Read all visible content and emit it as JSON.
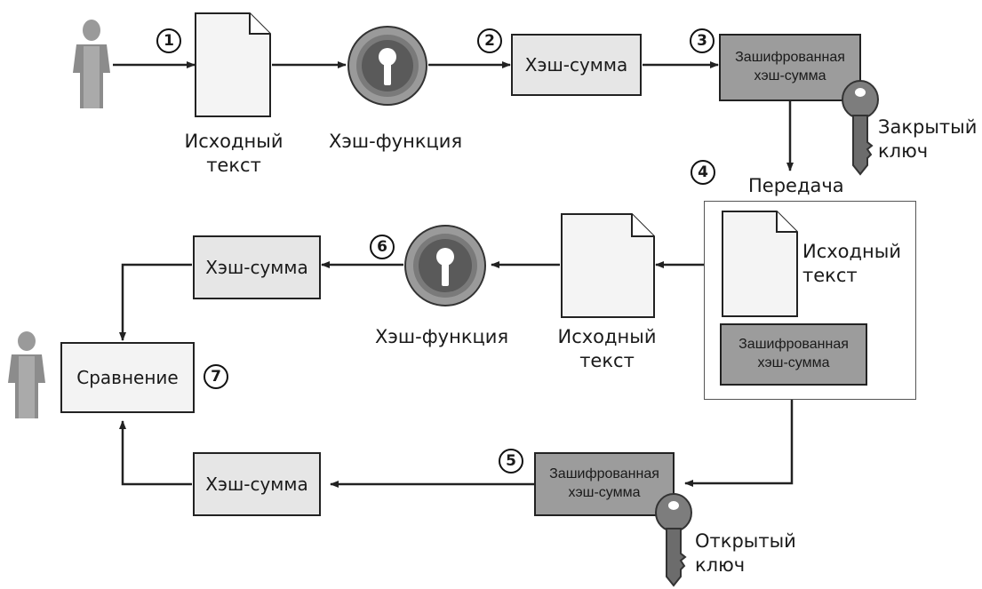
{
  "steps": [
    "1",
    "2",
    "3",
    "4",
    "5",
    "6",
    "7"
  ],
  "labels": {
    "source_text_top": [
      "Исходный",
      "текст"
    ],
    "hash_function_top": "Хэш-функция",
    "private_key": [
      "Закрытый",
      "ключ"
    ],
    "transfer": "Передача",
    "transfer_source_text": [
      "Исходный",
      "текст"
    ],
    "received_source_text": [
      "Исходный",
      "текст"
    ],
    "hash_function_bottom": "Хэш-функция",
    "public_key": [
      "Открытый",
      "ключ"
    ]
  },
  "boxes": {
    "hash_sum_top": "Хэш-сумма",
    "encrypted_hash_top": [
      "Зашифрованная",
      "хэш-сумма"
    ],
    "encrypted_hash_transfer": [
      "Зашифрованная",
      "хэш-сумма"
    ],
    "hash_sum_computed": "Хэш-сумма",
    "comparison": "Сравнение",
    "hash_sum_decrypted": "Хэш-сумма",
    "encrypted_hash_bottom": [
      "Зашифрованная",
      "хэш-сумма"
    ]
  },
  "icons": {
    "sender": "person-icon",
    "receiver": "person-icon",
    "hash_function": "lock-dial-icon",
    "document": "document-icon",
    "key": "key-icon"
  },
  "colors": {
    "light_box": "#e6e6e6",
    "dark_box": "#9c9c9c",
    "line": "#222222"
  }
}
